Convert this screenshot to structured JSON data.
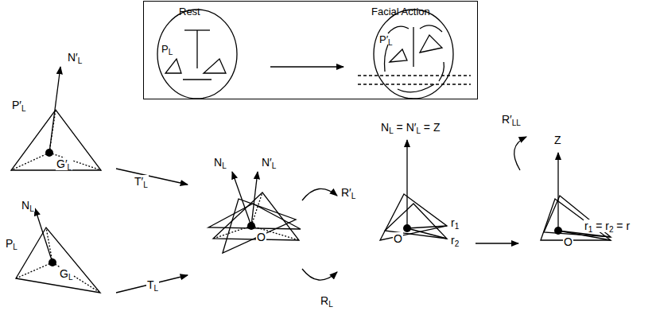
{
  "diagram": {
    "nodes": [
      {
        "text": [
          "Rest",
          "Facial Action",
          "PL",
          "P′L"
        ]
      }
    ],
    "labels": [
      "N′L",
      "P′L",
      "G′L",
      "NL",
      "PL",
      "GL",
      "T′L",
      "TL",
      "NL",
      "N′L",
      "O",
      "R′L",
      "RL",
      "NL = N′L = Z",
      "O",
      "r1",
      "r2",
      "R′LL",
      "Z",
      "O",
      "r1 = r2 = r"
    ]
  }
}
